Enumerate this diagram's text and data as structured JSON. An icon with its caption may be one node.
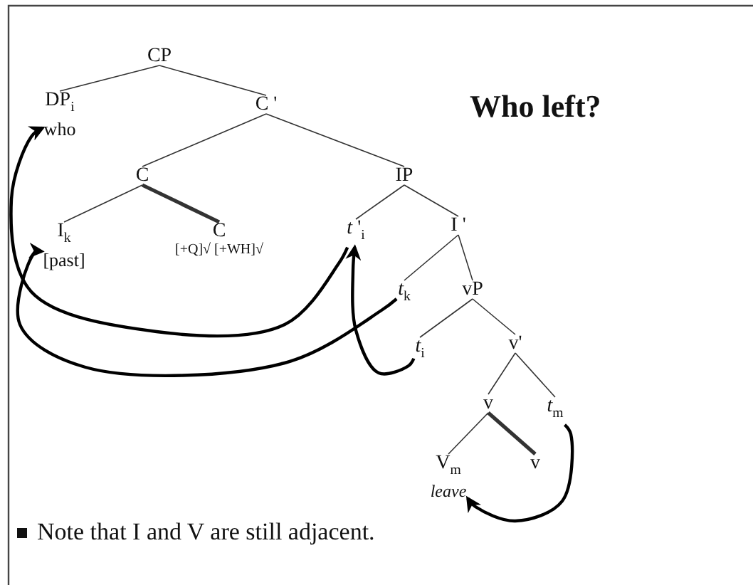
{
  "diagram": {
    "title": "Who left?",
    "nodes": [
      {
        "text": [
          "CP"
        ]
      },
      {
        "text": [
          "DP$_{i}$",
          "who"
        ]
      },
      {
        "text": [
          "C '"
        ]
      },
      {
        "text": [
          "C"
        ]
      },
      {
        "text": [
          "IP"
        ]
      },
      {
        "text": [
          "I$_{k}$",
          "[past]"
        ]
      },
      {
        "text": [
          "C",
          "[+Q]√ [+WH]√"
        ]
      },
      {
        "text": [
          "*t* '$_{i}$"
        ]
      },
      {
        "text": [
          "I '"
        ]
      },
      {
        "text": [
          "*t*$_{k}$"
        ]
      },
      {
        "text": [
          "vP"
        ]
      },
      {
        "text": [
          "*t*$_{i}$"
        ]
      },
      {
        "text": [
          "v'"
        ]
      },
      {
        "text": [
          "v"
        ]
      },
      {
        "text": [
          "*t*$_{m}$"
        ]
      },
      {
        "text": [
          "V$_{m}$",
          "leave"
        ]
      },
      {
        "text": [
          "v"
        ]
      }
    ],
    "edges": [
      {
        "from": 0,
        "to": 1,
        "arrow": "none"
      },
      {
        "from": 0,
        "to": 2,
        "arrow": "none"
      },
      {
        "from": 2,
        "to": 3,
        "arrow": "none"
      },
      {
        "from": 2,
        "to": 4,
        "arrow": "none"
      },
      {
        "from": 3,
        "to": 5,
        "arrow": "none"
      },
      {
        "from": 3,
        "to": 6,
        "arrow": "none",
        "style": "thick"
      },
      {
        "from": 4,
        "to": 7,
        "arrow": "none"
      },
      {
        "from": 4,
        "to": 8,
        "arrow": "none"
      },
      {
        "from": 8,
        "to": 9,
        "arrow": "none"
      },
      {
        "from": 8,
        "to": 10,
        "arrow": "none"
      },
      {
        "from": 10,
        "to": 11,
        "arrow": "none"
      },
      {
        "from": 10,
        "to": 12,
        "arrow": "none"
      },
      {
        "from": 12,
        "to": 13,
        "arrow": "none"
      },
      {
        "from": 12,
        "to": 14,
        "arrow": "none"
      },
      {
        "from": 13,
        "to": 15,
        "arrow": "none"
      },
      {
        "from": 13,
        "to": 16,
        "arrow": "none",
        "style": "thick"
      },
      {
        "from": 7,
        "to": 1,
        "arrow": "to"
      },
      {
        "from": 9,
        "to": 5,
        "arrow": "to"
      },
      {
        "from": 11,
        "to": 7,
        "arrow": "to"
      },
      {
        "from": 14,
        "to": 15,
        "arrow": "to"
      }
    ],
    "labels": [
      "Note that I and V are still adjacent."
    ]
  }
}
